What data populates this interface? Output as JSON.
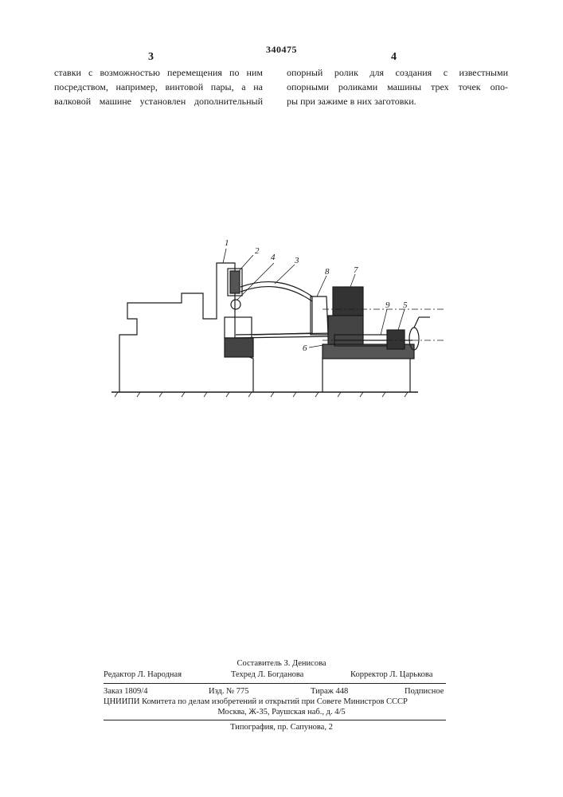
{
  "header": {
    "patent_number": "340475",
    "column_left_number": "3",
    "column_right_number": "4"
  },
  "body": {
    "left_column_lines": [
      "ставки с возможностью перемещения по ним",
      "посредством, например, винтовой пары, а на",
      "валковой машине установлен дополнительный"
    ],
    "right_column_lines": [
      "опорный ролик для создания с известными",
      "опорными роликами машины трех точек опо-",
      "ры при зажиме в них заготовки."
    ]
  },
  "figure": {
    "labels": [
      "1",
      "2",
      "4",
      "3",
      "8",
      "7",
      "9",
      "5",
      "6"
    ]
  },
  "footer": {
    "compiler": "Составитель З. Денисова",
    "editor": "Редактор Л. Народная",
    "techeditor": "Техред Л. Богданова",
    "corrector": "Корректор Л. Царькова",
    "order": "Заказ 1809/4",
    "edition": "Изд. № 775",
    "circulation": "Тираж 448",
    "subscription": "Подписное",
    "institution_line1": "ЦНИИПИ Комитета по делам изобретений и открытий при Совете Министров СССР",
    "institution_line2": "Москва, Ж-35, Раушская наб., д. 4/5",
    "printer": "Типография, пр. Сапунова, 2"
  }
}
